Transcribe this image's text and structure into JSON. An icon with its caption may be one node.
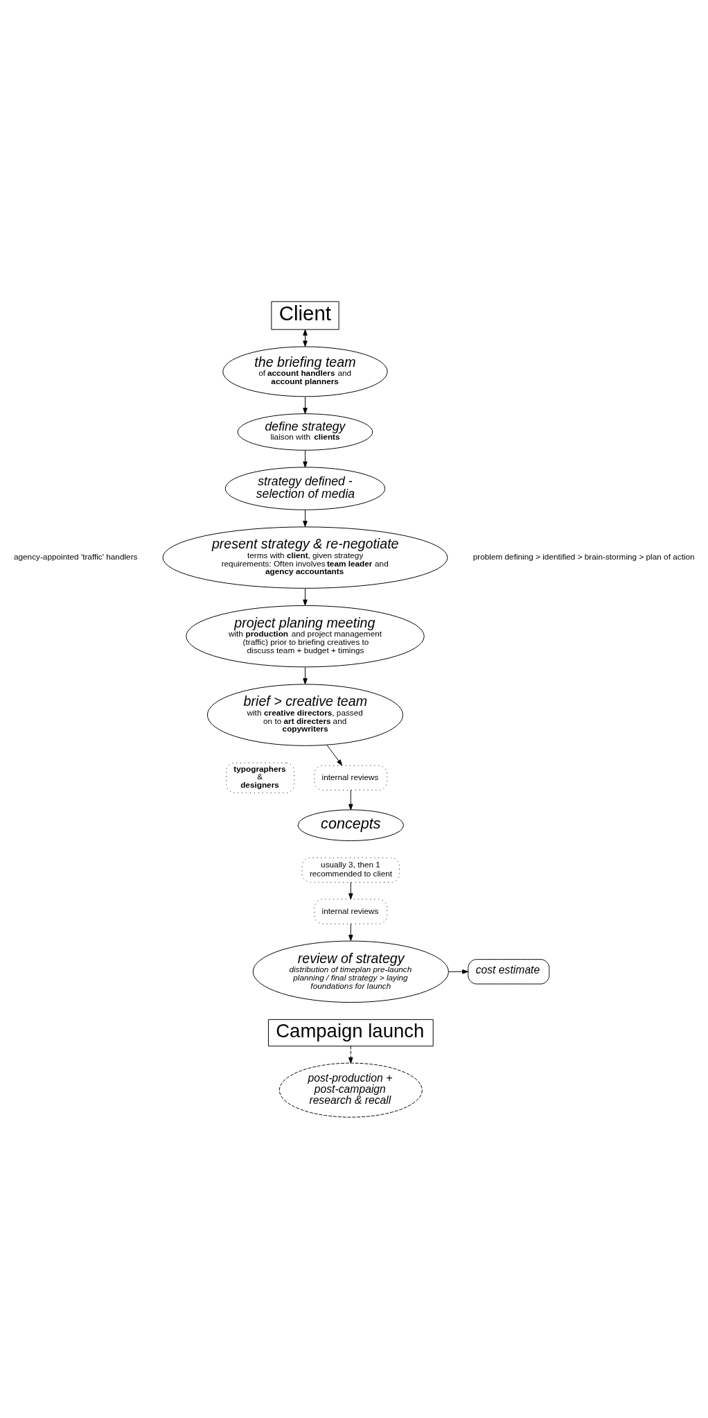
{
  "diagram": {
    "nodes": [
      {
        "text": [
          "Client"
        ]
      },
      {
        "text": [
          "the briefing team",
          "of **account handlers** and **account planners**"
        ]
      },
      {
        "text": [
          "define strategy",
          "liaison with **clients**"
        ]
      },
      {
        "text": [
          "strategy defined - selection of media"
        ]
      },
      {
        "text": [
          "present strategy & re-negotiate",
          "terms with **client**, given strategy requirements: Often involves **team leader** and **agency accountants**"
        ]
      },
      {
        "text": [
          "project planing meeting",
          "with **production** and project management (traffic) prior to briefing creatives to discuss team + budget + timings"
        ]
      },
      {
        "text": [
          "brief > creative team",
          "with **creative directors**, passed on to **art directers** and **copywriters**"
        ]
      },
      {
        "text": [
          "**typographers** & **designers**"
        ]
      },
      {
        "text": [
          "internal reviews"
        ]
      },
      {
        "text": [
          "concepts"
        ]
      },
      {
        "text": [
          "usually 3, then 1 recommended to client"
        ]
      },
      {
        "text": [
          "internal reviews"
        ]
      },
      {
        "text": [
          "review of strategy",
          "distribution of timeplan pre-launch planning / final strategy > laying foundations for launch"
        ]
      },
      {
        "text": [
          "cost estimate"
        ]
      },
      {
        "text": [
          "Campaign launch"
        ]
      },
      {
        "text": [
          "post-production + post-campaign research & recall"
        ]
      }
    ],
    "edges": [
      {
        "from": 0,
        "to": 1,
        "arrow": "both"
      },
      {
        "from": 1,
        "to": 2,
        "arrow": "to"
      },
      {
        "from": 2,
        "to": 3,
        "arrow": "to"
      },
      {
        "from": 3,
        "to": 4,
        "arrow": "to"
      },
      {
        "from": 4,
        "to": 5,
        "arrow": "to"
      },
      {
        "from": 5,
        "to": 6,
        "arrow": "to"
      },
      {
        "from": 6,
        "to": 8,
        "arrow": "to"
      },
      {
        "from": 8,
        "to": 9,
        "arrow": "to"
      },
      {
        "from": 10,
        "to": 11,
        "arrow": "to"
      },
      {
        "from": 11,
        "to": 12,
        "arrow": "to"
      },
      {
        "from": 12,
        "to": 13,
        "arrow": "to"
      },
      {
        "from": 14,
        "to": 15,
        "arrow": "to",
        "style": "dashed"
      }
    ],
    "labels": [
      "agency-appointed 'traffic' handlers",
      "problem defining > identified > brain-storming > plan of action"
    ]
  }
}
